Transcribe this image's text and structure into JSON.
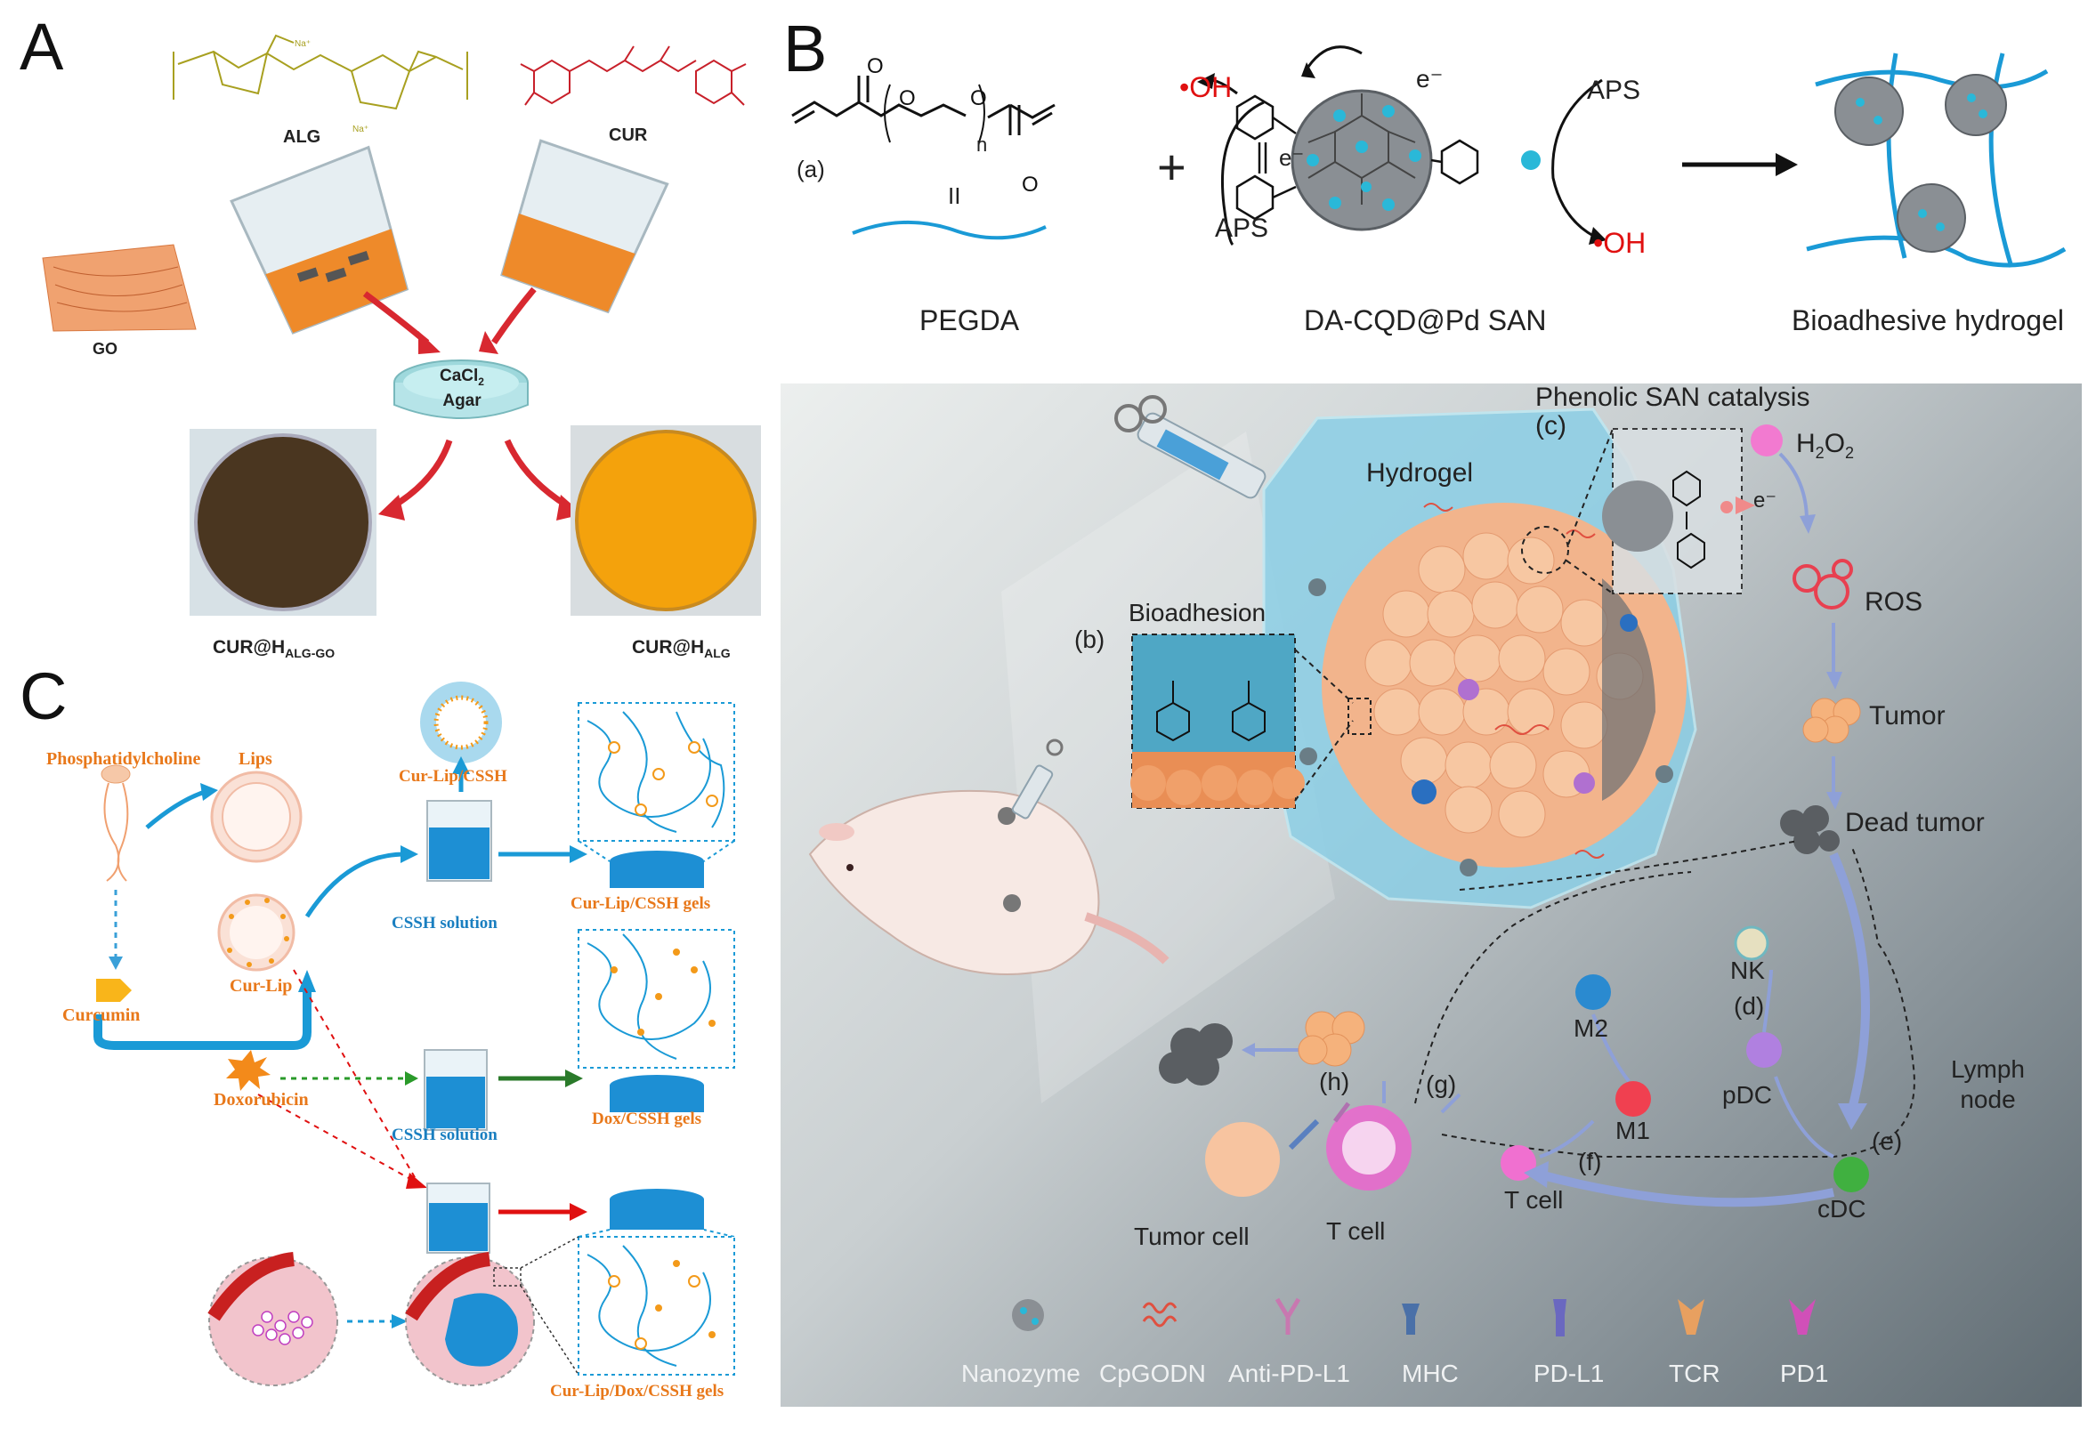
{
  "panels": {
    "A": {
      "letter": "A",
      "alg": "ALG",
      "cur": "CUR",
      "go": "GO",
      "dish": "CaCl₂\nAgar",
      "dish_line1": "CaCl",
      "dish_sub": "2",
      "dish_line2": "Agar",
      "prod1_main": "CUR@H",
      "prod1_sub": "ALG-GO",
      "prod2_main": "CUR@H",
      "prod2_sub": "ALG",
      "chem_na1": "Na⁺",
      "chem_na2": "Na⁺"
    },
    "B": {
      "letter": "B",
      "a_label": "(a)",
      "n_label": "n",
      "plus": "+",
      "oh_left": "•OH",
      "oh_right": "•OH",
      "aps_left": "APS",
      "aps_right": "APS",
      "e1": "e⁻",
      "e2": "e⁻",
      "pegda": "PEGDA",
      "san": "DA-CQD@Pd SAN",
      "hydrogel_title": "Bioadhesive hydrogel",
      "phenolic": "Phenolic SAN catalysis",
      "c_label": "(c)",
      "hydrogel": "Hydrogel",
      "bioadhesion": "Bioadhesion",
      "b_label": "(b)",
      "h2o2": "H₂O₂",
      "h2o2_main": "H",
      "h2o2_sub1": "2",
      "h2o2_o": "O",
      "h2o2_sub2": "2",
      "e_minus": "e⁻",
      "ros": "ROS",
      "tumor": "Tumor",
      "dead_tumor": "Dead tumor",
      "nk": "NK",
      "m2": "M2",
      "m1": "M1",
      "d_label": "(d)",
      "pdc": "pDC",
      "cdc": "cDC",
      "lymph": "Lymph\nnode",
      "lymph1": "Lymph",
      "lymph2": "node",
      "e_label": "(e)",
      "f_label": "(f)",
      "g_label": "(g)",
      "h_label": "(h)",
      "tcell1": "T cell",
      "tcell2": "T cell",
      "tumor_cell": "Tumor cell",
      "legend": [
        "Nanozyme",
        "CpGODN",
        "Anti-PD-L1",
        "MHC",
        "PD-L1",
        "TCR",
        "PD1"
      ]
    },
    "C": {
      "letter": "C",
      "phosphatidylcholine": "Phosphatidylcholine",
      "lips": "Lips",
      "curlip_cssh": "Cur-Lip/CSSH",
      "curcumin": "Curcumin",
      "curlip": "Cur-Lip",
      "cssh_solution1": "CSSH solution",
      "cssh_solution2": "CSSH solution",
      "gels1": "Cur-Lip/CSSH gels",
      "doxorubicin": "Doxorubicin",
      "gels2": "Dox/CSSH gels",
      "gels3": "Cur-Lip/Dox/CSSH gels"
    }
  },
  "colors": {
    "orange": "#e8781a",
    "blue": "#1a9ad6",
    "red": "#e01010",
    "panel_b_bg": "#6f7b83",
    "gold_chem": "#a8a020",
    "red_chem": "#c8202a"
  }
}
